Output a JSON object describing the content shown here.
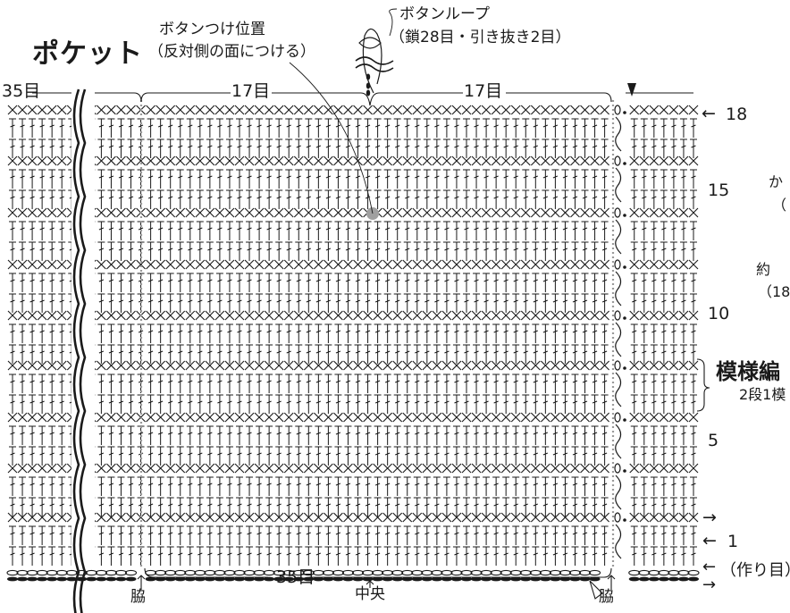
{
  "title": "ポケット",
  "button_position": {
    "line1": "ボタンつけ位置",
    "line2": "（反対側の面につける）"
  },
  "button_loop": {
    "line1": "ボタンループ",
    "line2": "（鎖28目・引き抜き2目）"
  },
  "top_labels": {
    "left": "35目",
    "mid1": "17目",
    "mid2": "17目"
  },
  "bottom_labels": {
    "count": "35目",
    "center": "中央",
    "side_left": "脇",
    "side_right": "脇"
  },
  "row_numbers": {
    "r18": "18",
    "r15": "15",
    "r10": "10",
    "r5": "5",
    "r1": "1"
  },
  "arrows": {
    "left": "←",
    "right": "→"
  },
  "foundation_label": "（作り目）",
  "pattern": {
    "title": "模様編",
    "sub": "2段1模"
  },
  "right_notes": {
    "frag1": "か",
    "frag2": "（",
    "frag3": "約",
    "frag4": "（18"
  },
  "colors": {
    "ink": "#1a1a1a",
    "grey_guide": "#9a9a9a",
    "button_dot": "#a0a0a0"
  }
}
